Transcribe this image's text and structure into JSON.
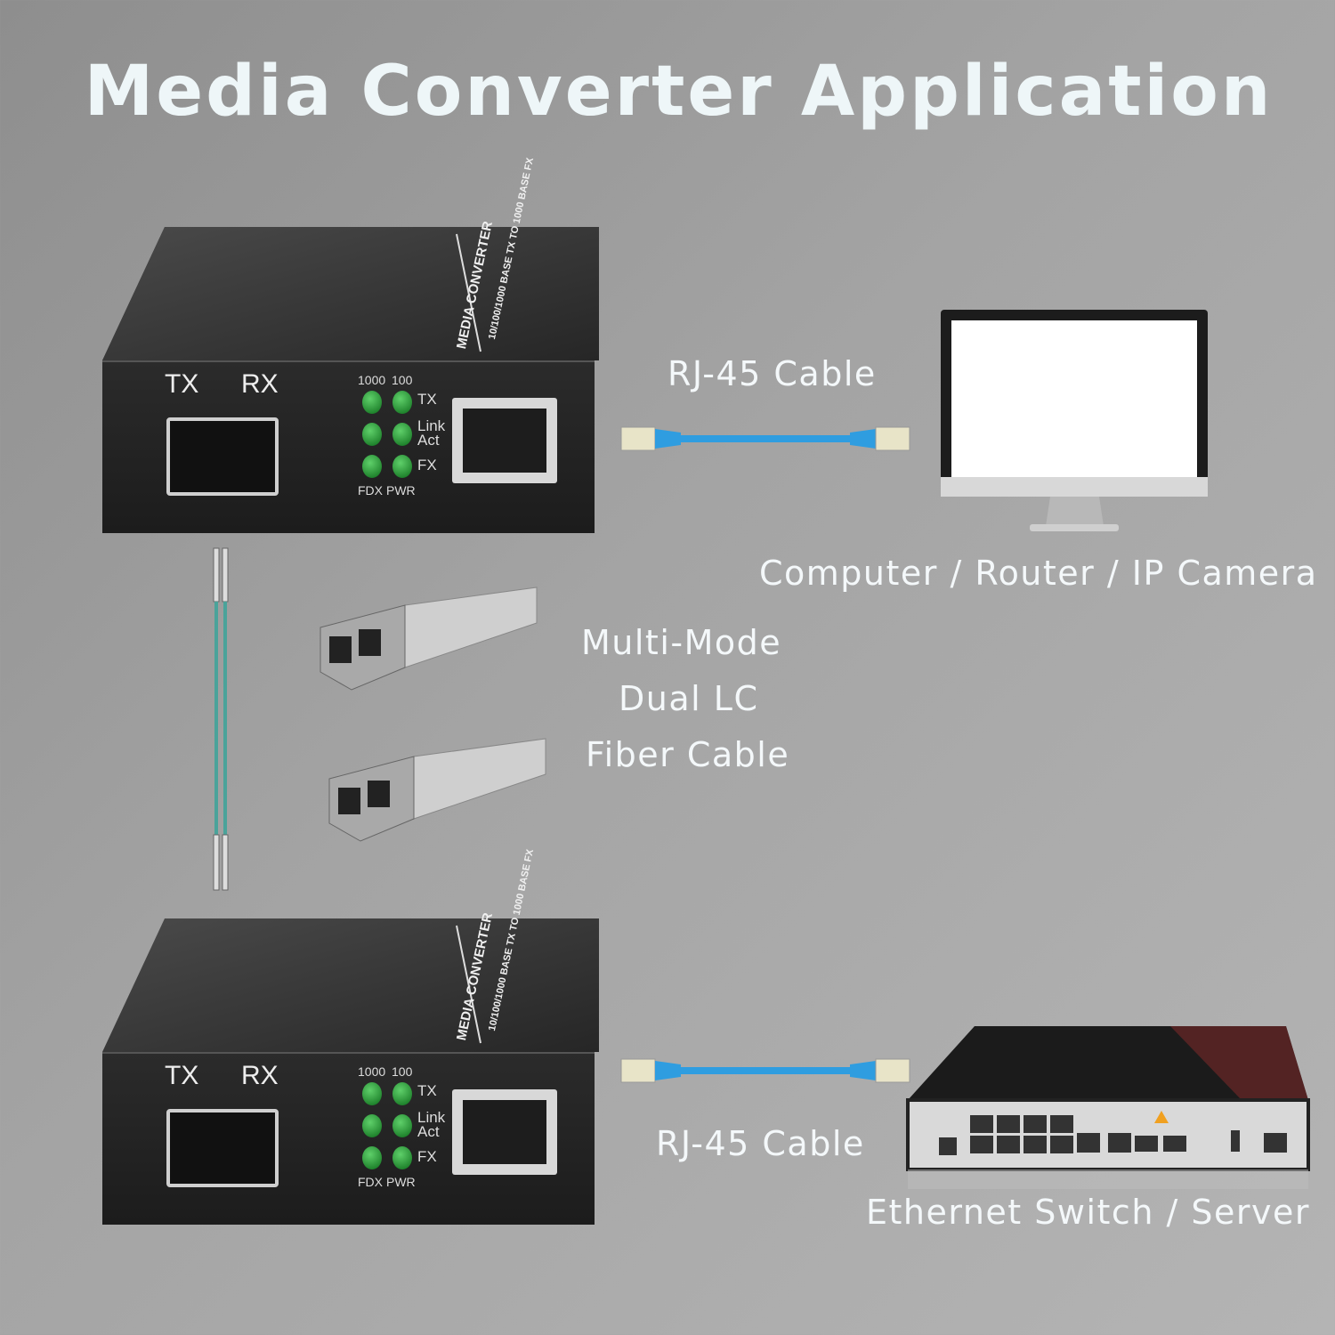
{
  "title": "Media Converter Application",
  "converter": {
    "brand": "MEDIA CONVERTER",
    "spec": "10/100/1000 BASE TX TO 1000 BASE FX",
    "port_tx": "TX",
    "port_rx": "RX",
    "led_1000": "1000",
    "led_100": "100",
    "led_tx": "TX",
    "led_link": "Link",
    "led_act": "Act",
    "led_fx": "FX",
    "led_fdx": "FDX",
    "led_pwr": "PWR"
  },
  "labels": {
    "rj45_top": "RJ-45 Cable",
    "rj45_bottom": "RJ-45 Cable",
    "computer": "Computer / Router / IP Camera",
    "fiber_1": "Multi-Mode",
    "fiber_2": "Dual LC",
    "fiber_3": "Fiber Cable",
    "switch": "Ethernet Switch / Server"
  },
  "colors": {
    "cable": "#2f9de0",
    "led": "#2fae3f",
    "fiber": "#4aa39a"
  },
  "icons": [
    "media-converter",
    "rj45-cable",
    "monitor",
    "sfp-module",
    "lc-fiber-cable",
    "ethernet-switch"
  ]
}
